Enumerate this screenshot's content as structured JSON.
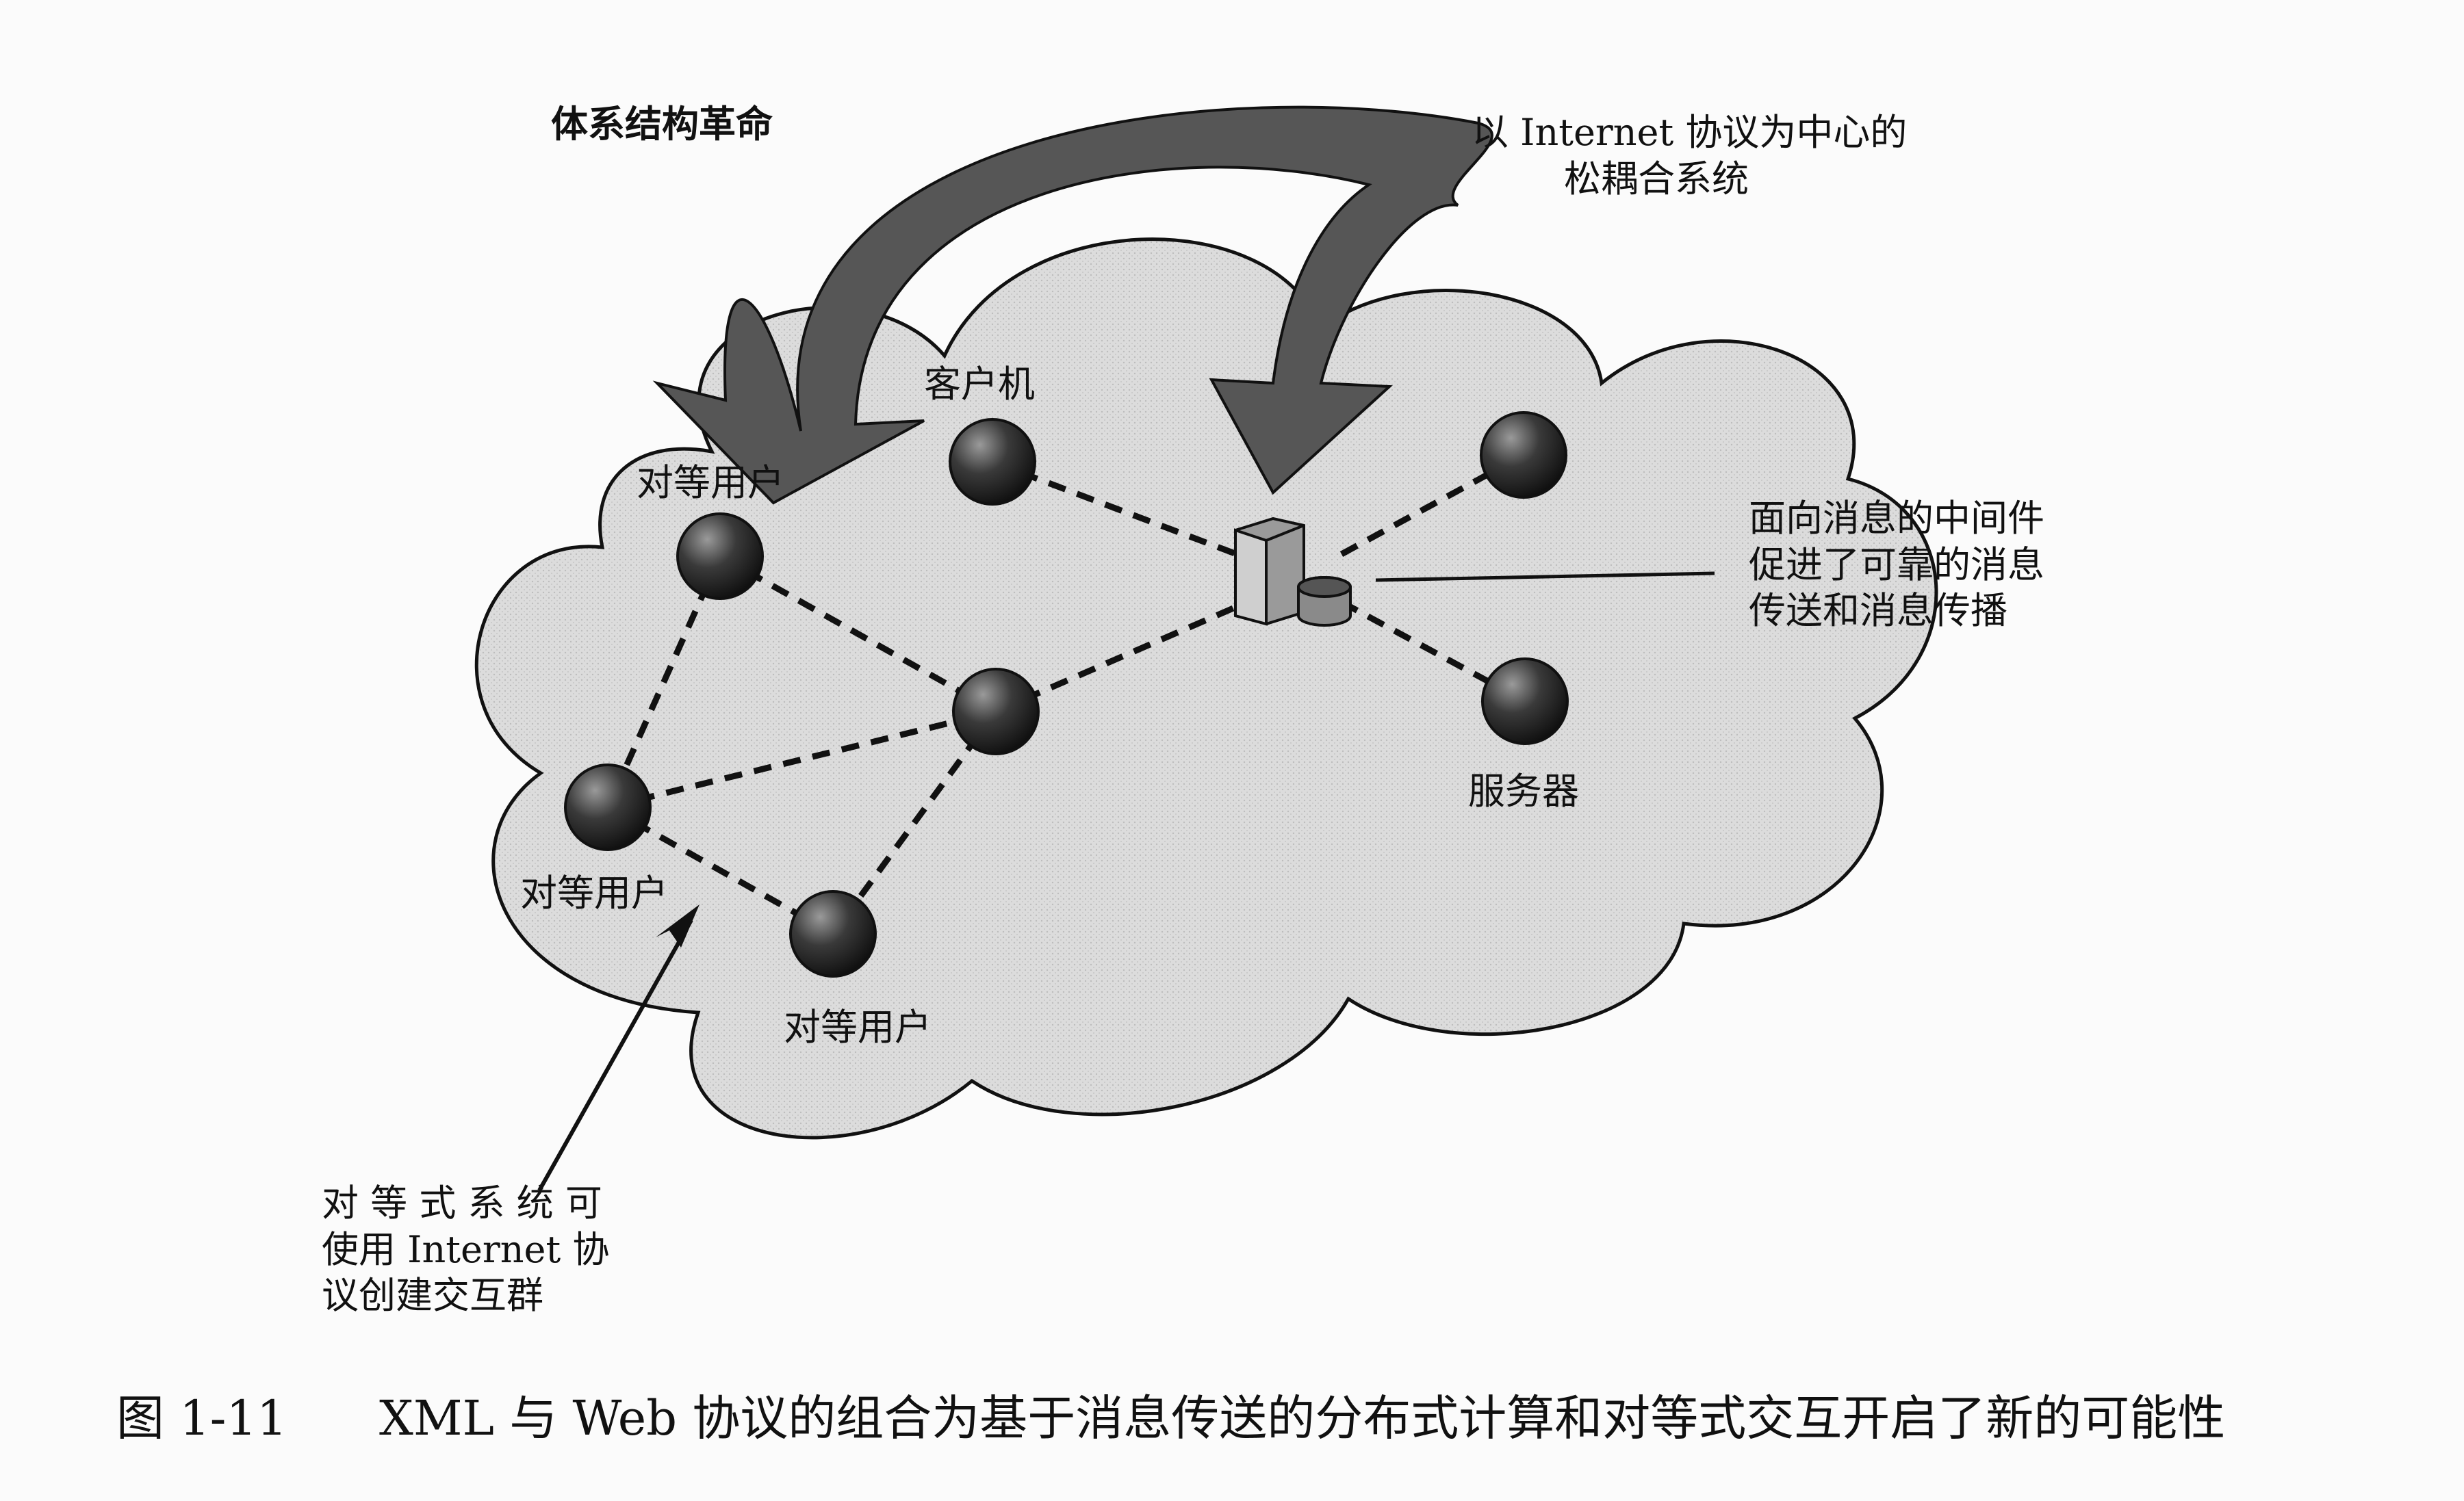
{
  "labels": {
    "architecture_revolution": "体系结构革命",
    "internet_protocol_line1": "以 Internet 协议为中心的",
    "internet_protocol_line2": "松耦合系统",
    "client": "客户机",
    "peer_top": "对等用户",
    "peer_bottom_left": "对等用户",
    "peer_bottom": "对等用户",
    "server": "服务器",
    "middleware_line1": "面向消息的中间件",
    "middleware_line2": "促进了可靠的消息",
    "middleware_line3": "传送和消息传播",
    "p2p_line1": "对 等 式 系 统 可",
    "p2p_line2": "使用 Internet 协",
    "p2p_line3": "议创建交互群"
  },
  "caption": {
    "number": "图 1-11",
    "text": "XML 与 Web 协议的组合为基于消息传送的分布式计算和对等式交互开启了新的可能性"
  },
  "colors": {
    "cloud_fill": "#d9d9d9",
    "outline": "#111111",
    "arrow_fill": "#555555",
    "node_dark": "#1a1a1a",
    "node_light": "#8a8a8a"
  }
}
